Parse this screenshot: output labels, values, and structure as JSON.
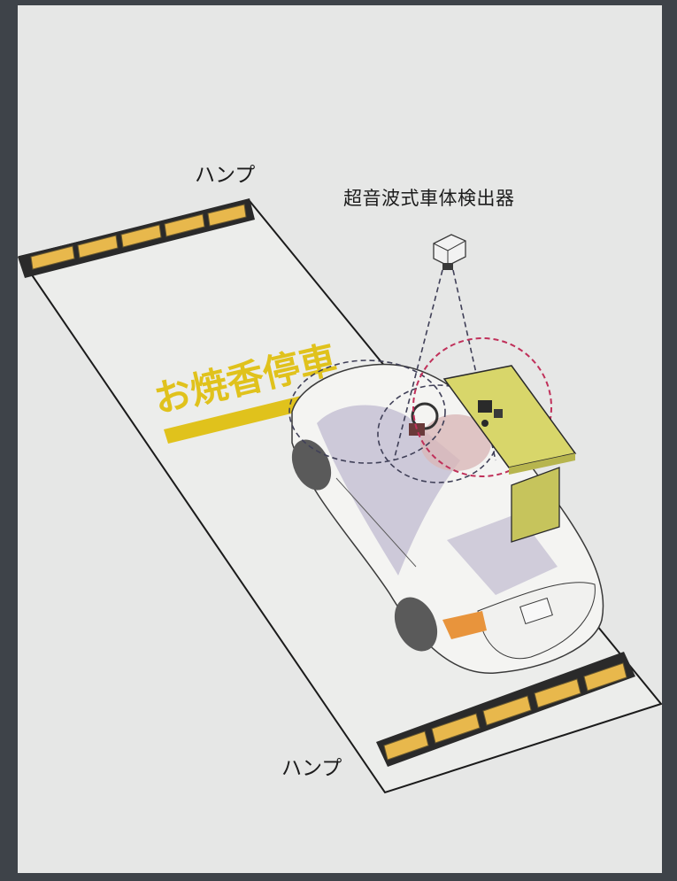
{
  "labels": {
    "hump_top": "ハンプ",
    "hump_bottom": "ハンプ",
    "detector": "超音波式車体検出器",
    "road_marking": "お焼香停車"
  },
  "colors": {
    "paper": "#e6e7e6",
    "frame": "#3e4349",
    "marking_yellow": "#e0c21c",
    "detector_box": "#d8d66a",
    "detection_circle": "#c0305a",
    "hump_band": "#2a2a2a",
    "hump_light": "#e8b84c",
    "car_glass": "#c9c4d6",
    "tail_light": "#e8943c"
  }
}
